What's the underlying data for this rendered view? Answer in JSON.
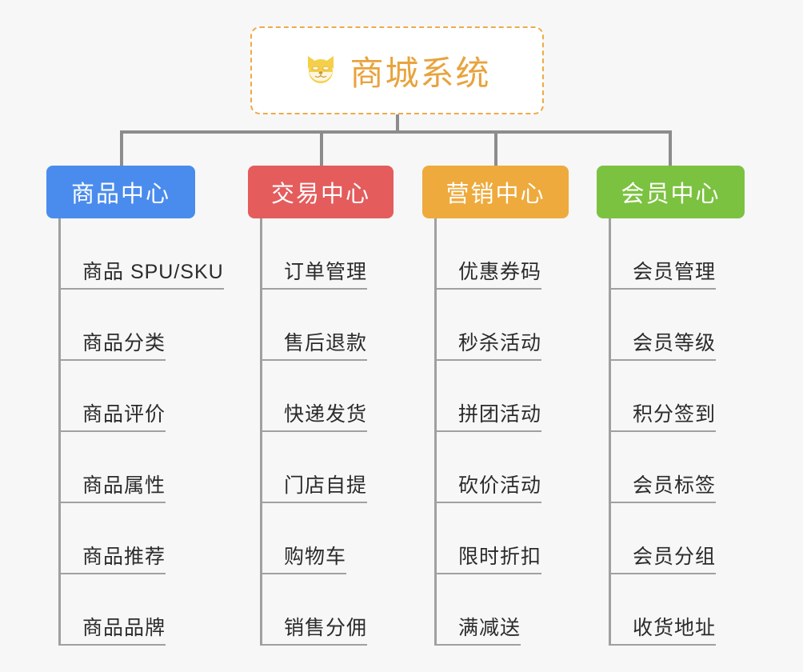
{
  "page": {
    "background_color": "#f7f7f7",
    "connector_color": "#8c8c8c",
    "leaf_line_color": "#a0a0a0"
  },
  "root": {
    "title": "商城系统",
    "icon": "shiba-dog-face-emoji",
    "text_color": "#e8a33d",
    "border_color": "#edab4a",
    "background_color": "#ffffff"
  },
  "categories": [
    {
      "label": "商品中心",
      "color": "#4a8ced",
      "items": [
        {
          "label": "商品 SPU/SKU"
        },
        {
          "label": "商品分类"
        },
        {
          "label": "商品评价"
        },
        {
          "label": "商品属性"
        },
        {
          "label": "商品推荐"
        },
        {
          "label": "商品品牌"
        }
      ]
    },
    {
      "label": "交易中心",
      "color": "#e45c5c",
      "items": [
        {
          "label": "订单管理"
        },
        {
          "label": "售后退款"
        },
        {
          "label": "快递发货"
        },
        {
          "label": "门店自提"
        },
        {
          "label": "购物车"
        },
        {
          "label": "销售分佣"
        }
      ]
    },
    {
      "label": "营销中心",
      "color": "#eeaa3c",
      "items": [
        {
          "label": "优惠券码"
        },
        {
          "label": "秒杀活动"
        },
        {
          "label": "拼团活动"
        },
        {
          "label": "砍价活动"
        },
        {
          "label": "限时折扣"
        },
        {
          "label": "满减送"
        }
      ]
    },
    {
      "label": "会员中心",
      "color": "#7cc241",
      "items": [
        {
          "label": "会员管理"
        },
        {
          "label": "会员等级"
        },
        {
          "label": "积分签到"
        },
        {
          "label": "会员标签"
        },
        {
          "label": "会员分组"
        },
        {
          "label": "收货地址"
        }
      ]
    }
  ]
}
